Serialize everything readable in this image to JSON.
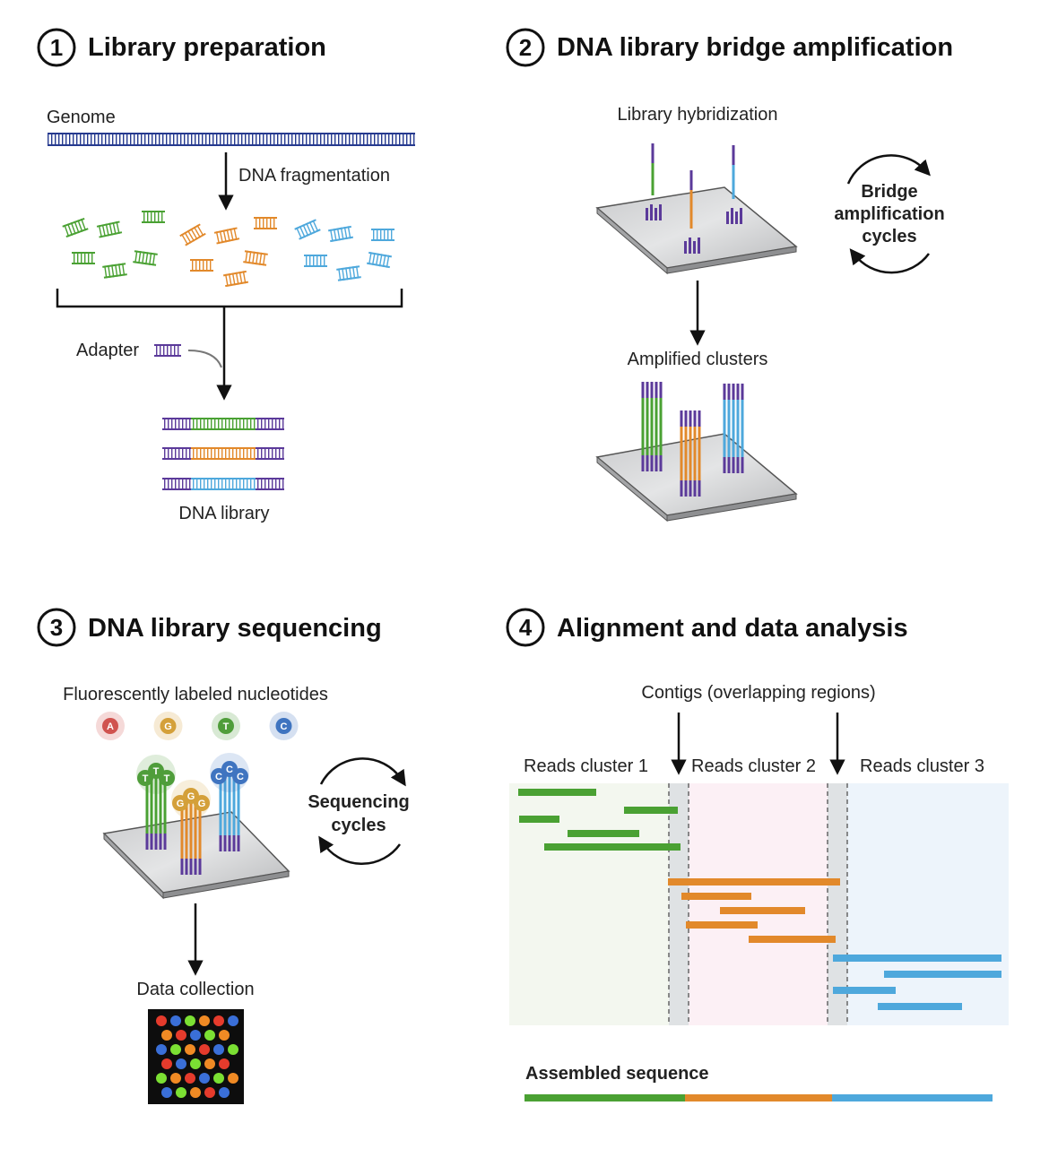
{
  "panel1": {
    "number": "1",
    "title": "Library preparation",
    "genome": "Genome",
    "fragmentation": "DNA fragmentation",
    "adapter": "Adapter",
    "library": "DNA library"
  },
  "panel2": {
    "number": "2",
    "title": "DNA library bridge amplification",
    "hybridization": "Library hybridization",
    "cycles": [
      "Bridge",
      "amplification",
      "cycles"
    ],
    "clusters": "Amplified clusters"
  },
  "panel3": {
    "number": "3",
    "title": "DNA library sequencing",
    "nucleotides_label": "Fluorescently labeled nucleotides",
    "nucleotides": [
      {
        "letter": "A",
        "color": "#d0534f"
      },
      {
        "letter": "G",
        "color": "#d4a03a"
      },
      {
        "letter": "T",
        "color": "#4f9d3a"
      },
      {
        "letter": "C",
        "color": "#3f74c0"
      }
    ],
    "cycles": [
      "Sequencing",
      "cycles"
    ],
    "data_collection": "Data collection"
  },
  "panel4": {
    "number": "4",
    "title": "Alignment and data analysis",
    "contigs": "Contigs (overlapping regions)",
    "clusters": [
      "Reads cluster 1",
      "Reads cluster 2",
      "Reads cluster 3"
    ],
    "assembled": "Assembled sequence"
  },
  "colors": {
    "green": "#4aa133",
    "orange": "#e2892b",
    "blue": "#4ea8dc",
    "purple": "#5b3a9a",
    "navy": "#263a8f"
  }
}
